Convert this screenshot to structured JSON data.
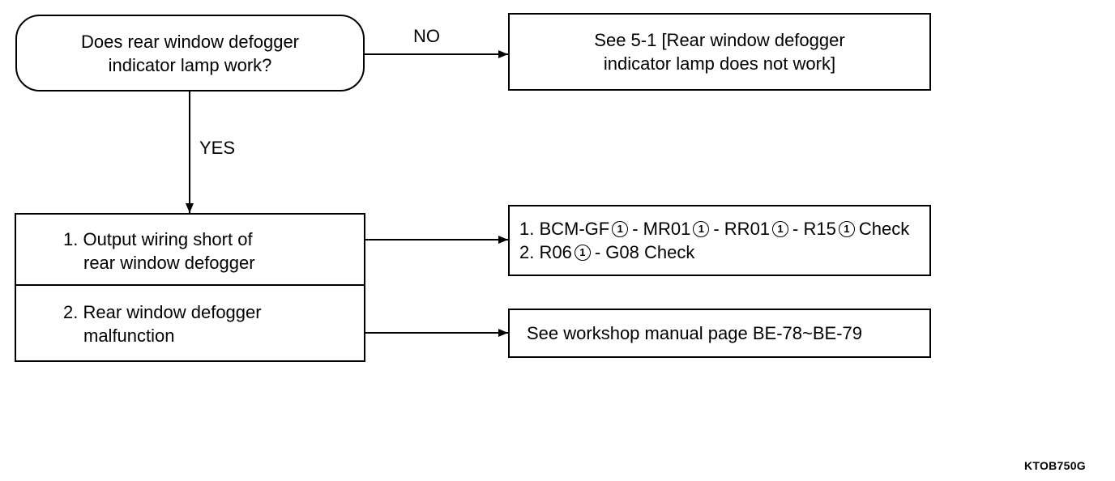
{
  "decision": {
    "line1": "Does rear window defogger",
    "line2": "indicator lamp work?"
  },
  "branch_no": {
    "label": "NO",
    "result_line1": "See 5-1 [Rear window defogger",
    "result_line2": "indicator lamp does not work]"
  },
  "branch_yes": {
    "label": "YES"
  },
  "causes": [
    {
      "line1": "1. Output wiring short of",
      "line2": "rear window defogger"
    },
    {
      "line1": "2. Rear window defogger",
      "line2": "malfunction"
    }
  ],
  "checks": {
    "circled_mark": "1",
    "line1": {
      "prefix": "1. BCM-GF",
      "p2": "- MR01",
      "p3": "- RR01",
      "p4": "- R15",
      "suffix": "Check"
    },
    "line2": {
      "prefix": "2. R06",
      "suffix": "- G08 Check"
    }
  },
  "manual": {
    "text": "See workshop manual page BE-78~BE-79"
  },
  "figure_code": "KTOB750G"
}
